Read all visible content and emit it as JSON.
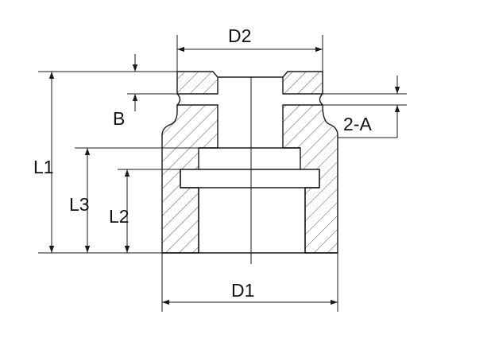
{
  "labels": {
    "d2": "D2",
    "d1": "D1",
    "l1": "L1",
    "l2": "L2",
    "l3": "L3",
    "b": "B",
    "two_a": "2-A"
  },
  "colors": {
    "line": "#1a1a1a",
    "hatch": "#555555",
    "background": "#ffffff"
  }
}
